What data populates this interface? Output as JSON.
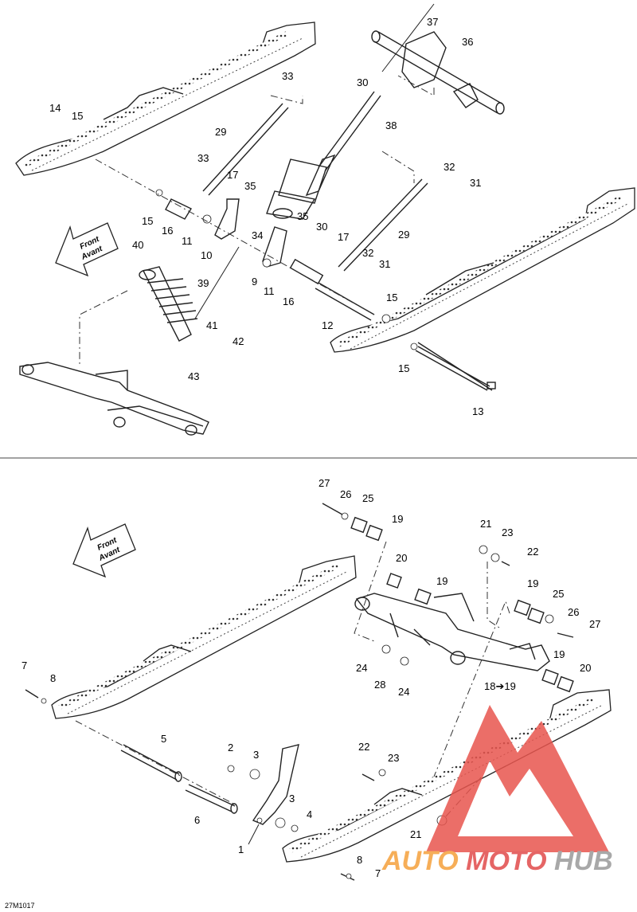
{
  "document_id": "27M1017",
  "front_label": {
    "line1": "Front",
    "line2": "Avant"
  },
  "watermark": {
    "parts": [
      "AUTO",
      "MOTO",
      "HUB"
    ],
    "colors": {
      "auto": "#f5a03c",
      "moto": "#e14b4b",
      "hub": "#9a9a9a",
      "logo": "#e8554e"
    }
  },
  "top_callouts": [
    "37",
    "36",
    "30",
    "38",
    "33",
    "14",
    "15",
    "29",
    "33",
    "17",
    "35",
    "15",
    "16",
    "11",
    "10",
    "34",
    "35",
    "30",
    "17",
    "32",
    "31",
    "29",
    "40",
    "9",
    "11",
    "32",
    "31",
    "39",
    "16",
    "12",
    "15",
    "41",
    "42",
    "43",
    "15",
    "13"
  ],
  "bottom_callouts": [
    "27",
    "26",
    "25",
    "19",
    "21",
    "23",
    "22",
    "20",
    "19",
    "19",
    "25",
    "26",
    "27",
    "24",
    "28",
    "24",
    "19",
    "20",
    "18➔19",
    "7",
    "8",
    "5",
    "2",
    "3",
    "3",
    "4",
    "1",
    "6",
    "22",
    "23",
    "21",
    "8",
    "7"
  ]
}
